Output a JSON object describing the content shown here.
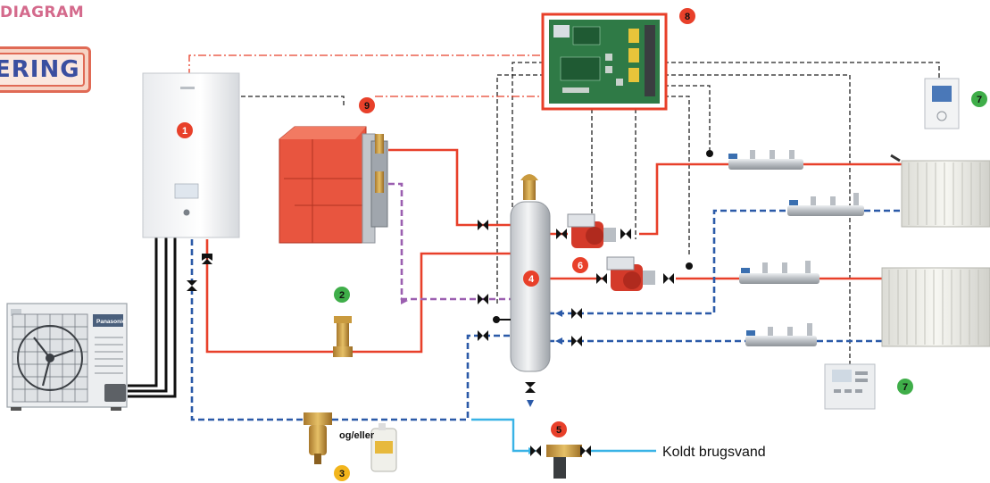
{
  "header": {
    "title": "DIAGRAM",
    "banner_text": "ERING"
  },
  "badges": [
    {
      "id": "1",
      "color": "#e8402a"
    },
    {
      "id": "2",
      "color": "#3fae49"
    },
    {
      "id": "3",
      "color": "#f2b51c"
    },
    {
      "id": "4",
      "color": "#e8402a"
    },
    {
      "id": "5",
      "color": "#e8402a"
    },
    {
      "id": "6",
      "color": "#e8402a"
    },
    {
      "id": "7",
      "color": "#3fae49"
    },
    {
      "id": "8",
      "color": "#e8402a"
    },
    {
      "id": "9",
      "color": "#e8402a"
    }
  ],
  "labels": {
    "og_eller": "og/eller",
    "cold_water": "Koldt brugsvand",
    "outdoor_brand": "Panasonic"
  },
  "colors": {
    "flow": "#e8402a",
    "return": "#2b5aa8",
    "boiler_return": "#9b5fb0",
    "cold_water": "#39b3e6",
    "control": "#222222",
    "control_red": "#e8402a"
  }
}
